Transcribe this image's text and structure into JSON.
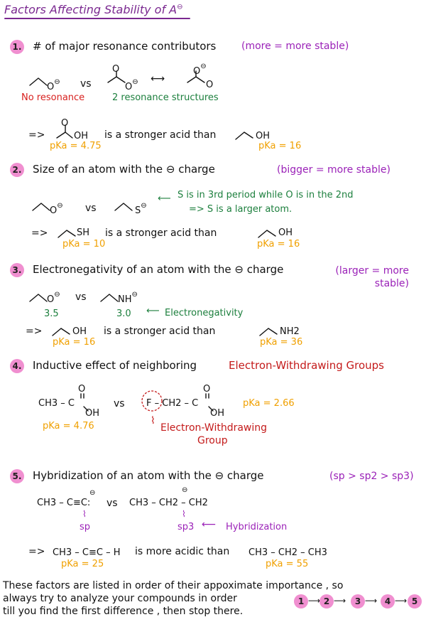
{
  "title": "Factors Affecting Stability of A",
  "sections": [
    {
      "num": "1.",
      "heading": "# of major resonance contributors",
      "note": "(more = more stable)",
      "vs": "vs",
      "left_label": "No resonance",
      "right_label": "2 resonance structures",
      "conclusion": "is a stronger acid than",
      "pka_left": "pKa = 4.75",
      "pka_right": "pKa = 16",
      "left_mol": "OH",
      "right_mol": "OH"
    },
    {
      "num": "2.",
      "heading": "Size of an atom with the ⊖ charge",
      "note": "(bigger = more stable)",
      "vs": "vs",
      "atom_s": "S",
      "annot1": "S is in 3rd period while O is in the 2nd",
      "annot2": "=> S is a larger atom.",
      "left_mol": "SH",
      "right_mol": "OH",
      "conclusion": "is a stronger acid than",
      "pka_left": "pKa = 10",
      "pka_right": "pKa = 16"
    },
    {
      "num": "3.",
      "heading": "Electronegativity of an atom with the ⊖ charge",
      "note": "(larger = more stable)",
      "vs": "vs",
      "en_left": "3.5",
      "en_right": "3.0",
      "en_label": "Electronegativity",
      "nh": "NH",
      "left_mol": "OH",
      "right_mol": "NH2",
      "conclusion": "is a stronger acid than",
      "pka_left": "pKa = 16",
      "pka_right": "pKa = 36"
    },
    {
      "num": "4.",
      "heading": "Inductive effect of neighboring",
      "heading_red": "Electron-Withdrawing Groups",
      "vs": "vs",
      "left_mol": "CH3 – C",
      "right_mol": "F – CH2 – C",
      "pka_left": "pKa = 4.76",
      "pka_right": "pKa = 2.66",
      "ewg_label1": "Electron-Withdrawing",
      "ewg_label2": "Group"
    },
    {
      "num": "5.",
      "heading": "Hybridization of an atom with the ⊖ charge",
      "note": "(sp > sp2 > sp3)",
      "vs": "vs",
      "left_mol": "CH3 – C≡C:",
      "right_mol": "CH3 – CH2 – CH2",
      "hyb_left": "sp",
      "hyb_right": "sp3",
      "hyb_label": "Hybridization",
      "conclusion_left": "CH3 – C≡C – H",
      "conclusion": "is more acidic than",
      "conclusion_right": "CH3 – CH2 – CH3",
      "pka_left": "pKa = 25",
      "pka_right": "pKa = 55"
    }
  ],
  "footer": {
    "line1": "These factors are listed in order of their appoximate importance , so",
    "line2": "always try to analyze your compounds in order",
    "line3": "till you find the first difference , then stop there.",
    "sequence": [
      "1",
      "2",
      "3",
      "4",
      "5"
    ]
  }
}
